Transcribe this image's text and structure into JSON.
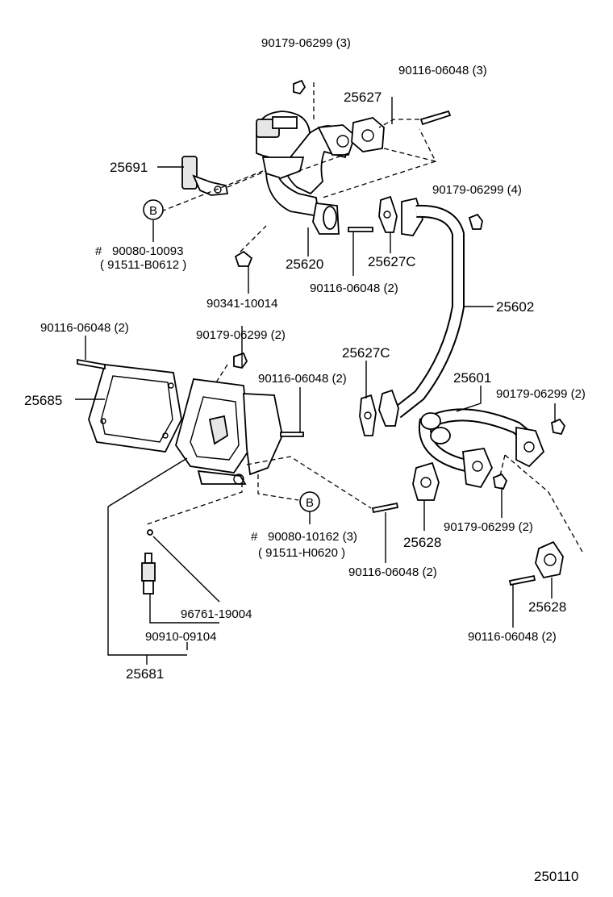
{
  "callouts": {
    "p25627": "25627",
    "p25691": "25691",
    "p25620": "25620",
    "p25627c_top": "25627C",
    "p25602": "25602",
    "p25685": "25685",
    "p25627c_mid": "25627C",
    "p25601": "25601",
    "p25628_mid": "25628",
    "p25628_right": "25628",
    "p25681": "25681"
  },
  "labels": {
    "bolt_a": "90179-06299 (3)",
    "stud_a": "90116-06048 (3)",
    "nut_b": "90179-06299 (4)",
    "hash_1": "#",
    "bolt_b_1": "90080-10093",
    "bolt_b_1_alt": "( 91511-B0612 )",
    "stud_b": "90116-06048 (2)",
    "clip": "90341-10014",
    "stud_c": "90116-06048 (2)",
    "nut_c": "90179-06299 (2)",
    "stud_d": "90116-06048 (2)",
    "nut_d": "90179-06299 (2)",
    "hash_2": "#",
    "bolt_b_2": "90080-10162 (3)",
    "bolt_b_2_alt": "( 91511-H0620 )",
    "nut_e": "90179-06299 (2)",
    "stud_e": "90116-06048 (2)",
    "washer": "96761-19004",
    "plug": "90910-09104",
    "stud_f": "90116-06048 (2)"
  },
  "markers": {
    "b_top": "B",
    "b_bottom": "B"
  },
  "figure_number": "250110"
}
